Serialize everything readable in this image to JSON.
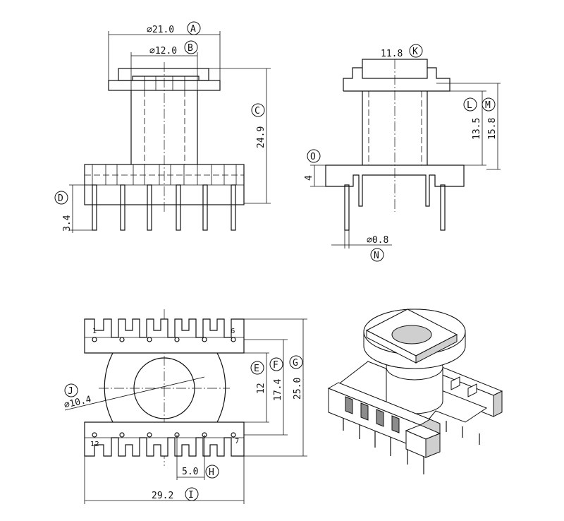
{
  "dimensions": {
    "flange_diameter": {
      "value": "⌀21.0",
      "label": "A"
    },
    "core_diameter": {
      "value": "⌀12.0",
      "label": "B"
    },
    "total_height": {
      "value": "24.9",
      "label": "C"
    },
    "pin_length": {
      "value": "3.4",
      "label": "D"
    },
    "slot_width": {
      "value": "12",
      "label": "E"
    },
    "pin_row_spacing": {
      "value": "17.4",
      "label": "F"
    },
    "total_width": {
      "value": "25.0",
      "label": "G"
    },
    "pin_pitch": {
      "value": "5.0",
      "label": "H"
    },
    "total_length": {
      "value": "29.2",
      "label": "I"
    },
    "bore_diameter": {
      "value": "⌀10.4",
      "label": "J"
    },
    "top_width": {
      "value": "11.8",
      "label": "K"
    },
    "winding_height": {
      "value": "13.5",
      "label": "L"
    },
    "overall_upper_height": {
      "value": "15.8",
      "label": "M"
    },
    "pin_diameter": {
      "value": "⌀0.8",
      "label": "N"
    },
    "base_thickness": {
      "value": "4",
      "label": "O"
    }
  },
  "pin_numbers": {
    "top_left": "1",
    "top_right": "6",
    "bottom_left": "12",
    "bottom_right": "7"
  }
}
